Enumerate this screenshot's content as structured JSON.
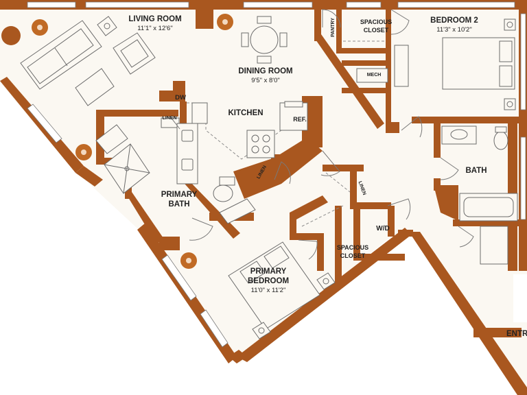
{
  "rooms": {
    "living_room": {
      "name": "LIVING ROOM",
      "dims": "11'1\" x 12'6\""
    },
    "dining_room": {
      "name": "DINING ROOM",
      "dims": "9'5\" x 8'0\""
    },
    "kitchen": {
      "name": "KITCHEN"
    },
    "bedroom_2": {
      "name": "BEDROOM 2",
      "dims": "11'3\" x 10'2\""
    },
    "primary_bath": {
      "name_line1": "PRIMARY",
      "name_line2": "BATH"
    },
    "primary_bedroom": {
      "name_line1": "PRIMARY",
      "name_line2": "BEDROOM",
      "dims": "11'0\" x 11'2\""
    },
    "bath": {
      "name": "BATH"
    },
    "entry": {
      "name": "ENTRY"
    }
  },
  "closets": {
    "spacious_closet_top": {
      "line1": "SPACIOUS",
      "line2": "CLOSET"
    },
    "spacious_closet_primary": {
      "line1": "SPACIOUS",
      "line2": "CLOSET"
    },
    "pantry": "PANTRY",
    "mech": "MECH",
    "linen_kitchen": "LINEN",
    "linen_bath": "LINEN",
    "linen_hall": "LINEN",
    "wd": "W/D"
  },
  "appliances": {
    "dw": "DW",
    "ref": "REF."
  },
  "colors": {
    "wall": "#a9571f",
    "floor": "#fbf8f2",
    "text": "#222222"
  }
}
